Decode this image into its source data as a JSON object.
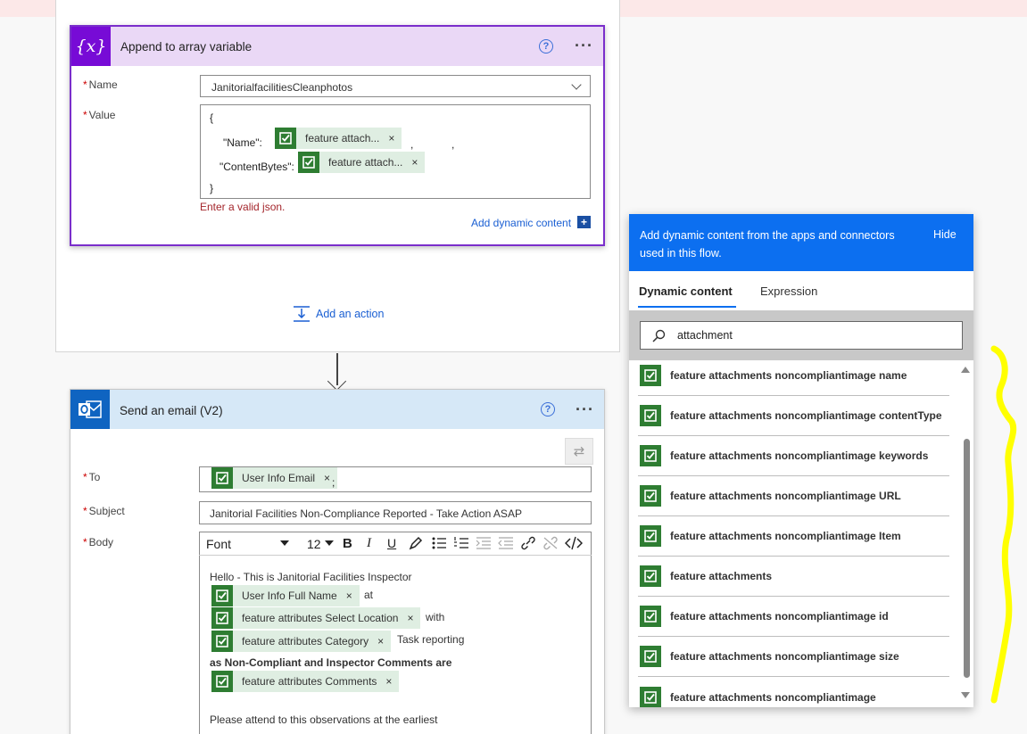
{
  "append_action": {
    "title": "Append to array variable",
    "var_icon": "{x}",
    "name_label": "Name",
    "name_value": "JanitorialfacilitiesCleanphotos",
    "value_label": "Value",
    "json_open": "{",
    "json_name_key": "\"Name\":",
    "json_bytes_key": "\"ContentBytes\":",
    "json_close": "}",
    "comma1": ",",
    "comma2": ",",
    "token1": "feature attach...",
    "token2": "feature attach...",
    "error": "Enter a valid json.",
    "add_dynamic": "Add dynamic content",
    "add_dynamic_icon": "+"
  },
  "add_action_label": "Add an action",
  "email_action": {
    "title": "Send an email (V2)",
    "to_label": "To",
    "to_token": "User Info Email",
    "to_suffix": ";",
    "subject_label": "Subject",
    "subject_value": "Janitorial Facilities Non-Compliance Reported - Take Action ASAP",
    "body_label": "Body",
    "toolbar": {
      "font": "Font",
      "size": "12",
      "bold": "B",
      "italic": "I",
      "underline": "U"
    },
    "body": {
      "line1": "Hello - This is Janitorial Facilities Inspector",
      "token_fullname": "User Info Full Name",
      "at": "at",
      "token_location": "feature attributes Select Location",
      "with": "with",
      "token_category": "feature attributes Category",
      "task": "Task reporting",
      "bold_line": "as Non-Compliant and Inspector Comments are",
      "token_comments": "feature attributes Comments",
      "closing": "Please attend to this observations at the earliest"
    }
  },
  "dynamic_panel": {
    "header": "Add dynamic content from the apps and connectors used in this flow.",
    "hide": "Hide",
    "tab_dynamic": "Dynamic content",
    "tab_expression": "Expression",
    "search_value": "attachment",
    "items": [
      "feature attachments noncompliantimage name",
      "feature attachments noncompliantimage contentType",
      "feature attachments noncompliantimage keywords",
      "feature attachments noncompliantimage URL",
      "feature attachments noncompliantimage Item",
      "feature attachments",
      "feature attachments noncompliantimage id",
      "feature attachments noncompliantimage size",
      "feature attachments noncompliantimage"
    ]
  },
  "colors": {
    "variable_purple": "#770bd6",
    "outlook_blue": "#0f64c1",
    "token_green": "#2e7d32",
    "panel_blue": "#0c6ff0",
    "annotation_yellow": "#ffff00"
  }
}
